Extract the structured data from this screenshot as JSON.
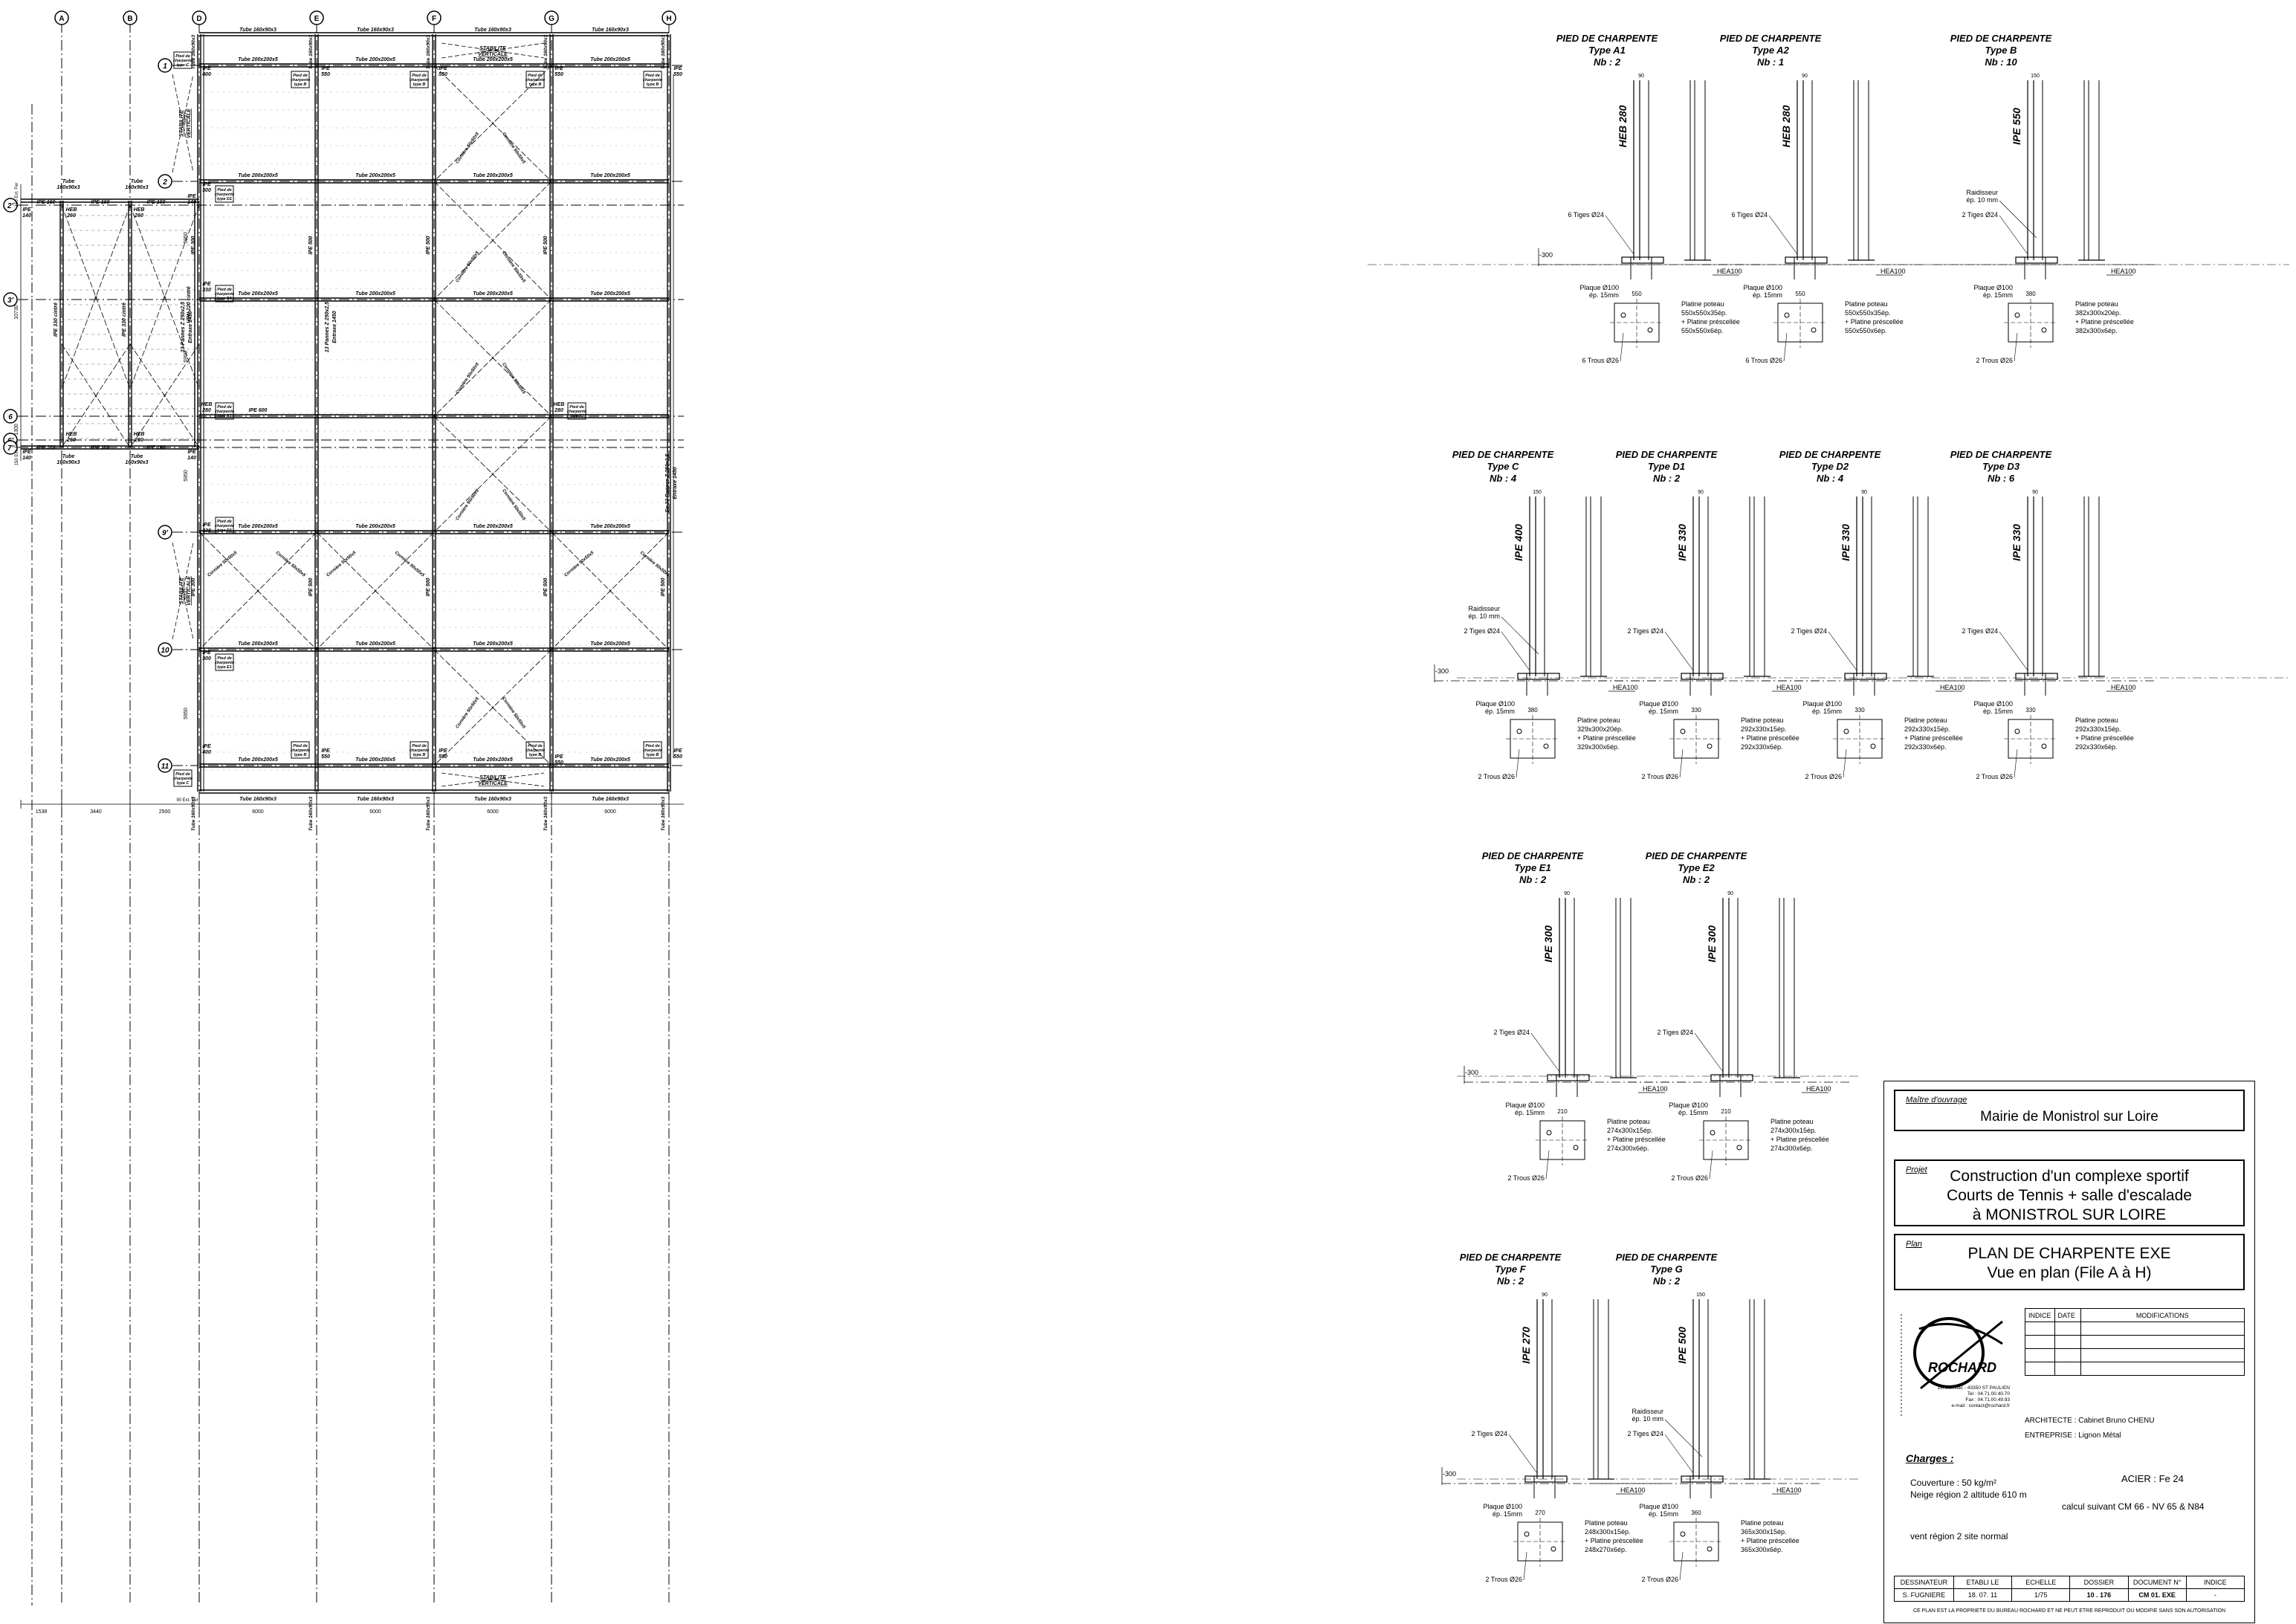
{
  "plan": {
    "axes_letters": [
      "A",
      "B",
      "D",
      "E",
      "F",
      "G",
      "H"
    ],
    "axes_numbers": [
      "1",
      "2",
      "2'",
      "3'",
      "6",
      "6'",
      "7'",
      "9'",
      "10",
      "11"
    ],
    "bottom_dims": [
      "1538",
      "3440",
      "2500",
      "6000",
      "6000",
      "6000",
      "6000"
    ],
    "bottom_small": "90 Ext. Fer",
    "left_dims": [
      "10730",
      "1300"
    ],
    "left_small_top": "150 Ext. Fer",
    "left_small_bot": "150 Ext. Fer",
    "mid_dims": "5950",
    "tube_160": "Tube 160x90x3",
    "tube_200": "Tube 200x200x5",
    "tube_small": "Tube",
    "tube_small2": "160x90x3",
    "stab": "STABILITE",
    "stab2": "VERTICALE",
    "croix": "Cornière 50x50x5",
    "ipe160": "IPE 160",
    "ipe140a": "IPE",
    "ipe140b": "140",
    "heb": "HEB",
    "heb260": "260",
    "heb280": "280",
    "ipe400": "400",
    "ipe550": "550",
    "ipe300": "300",
    "ipe330": "330",
    "ipe600": "IPE 600",
    "ipe500v": "IPE 500",
    "ipe300v": "IPE 300",
    "ipe330c": "IPE 330 cintré",
    "upn": "UPN 220 cintré",
    "pannes1": "13 Pannes Z 250x2,5",
    "pannes1b": "Entraxe 1450",
    "pannes2": "Ex 33 Pannes Z 250x2,5",
    "pannes2b": "Entraxe 1450",
    "pied1": "Pied de",
    "pied2": "charpente",
    "pied_types": {
      "B": "type B",
      "C": "type C",
      "D1": "type D1",
      "E1": "type E1",
      "E2": "type E2",
      "A1": "type A1",
      "A2": "type A2",
      "F": "type F",
      "G": "type G",
      "D2": "type D2",
      "D3": "type D3"
    }
  },
  "details": [
    {
      "title": "PIED DE CHARPENTE",
      "type": "Type A1",
      "nb": "Nb : 2",
      "profile": "HEB 280",
      "tiges": "6 Tiges Ø24",
      "plaque": "Plaque Ø100",
      "ep": "ép. 15mm",
      "trous": "6 Trous Ø26",
      "platine": "Platine poteau",
      "platine_dim": "550x550x35ép.",
      "presc": "+ Platine préscellée",
      "presc_dim": "550x550x6ép.",
      "hea": "HEA100",
      "level": "-300",
      "dimtop": "90",
      "w": "550"
    },
    {
      "title": "PIED DE CHARPENTE",
      "type": "Type A2",
      "nb": "Nb : 1",
      "profile": "HEB 280",
      "tiges": "6 Tiges Ø24",
      "plaque": "Plaque Ø100",
      "ep": "ép. 15mm",
      "trous": "6 Trous Ø26",
      "platine": "Platine poteau",
      "platine_dim": "550x550x35ép.",
      "presc": "+ Platine préscellée",
      "presc_dim": "550x550x6ép.",
      "hea": "HEA100",
      "level": "",
      "dimtop": "90",
      "w": "550"
    },
    {
      "title": "PIED DE CHARPENTE",
      "type": "Type B",
      "nb": "Nb : 10",
      "profile": "IPE 550",
      "tiges": "2 Tiges Ø24",
      "raid": "Raidisseur",
      "raid2": "ép. 10 mm",
      "plaque": "Plaque Ø100",
      "ep": "ép. 15mm",
      "trous": "2 Trous Ø26",
      "platine": "Platine poteau",
      "platine_dim": "382x300x20ép.",
      "presc": "+ Platine préscellée",
      "presc_dim": "382x300x6ép.",
      "hea": "HEA100",
      "level": "",
      "dimtop": "150",
      "w": "380"
    },
    {
      "title": "PIED DE CHARPENTE",
      "type": "Type C",
      "nb": "Nb : 4",
      "profile": "IPE 400",
      "tiges": "2 Tiges Ø24",
      "raid": "Raidisseur",
      "raid2": "ép. 10 mm",
      "plaque": "Plaque Ø100",
      "ep": "ép. 15mm",
      "trous": "2 Trous Ø26",
      "platine": "Platine poteau",
      "platine_dim": "329x300x20ép.",
      "presc": "+ Platine préscellée",
      "presc_dim": "329x300x6ép.",
      "hea": "HEA100",
      "level": "-300",
      "dimtop": "150",
      "w": "380"
    },
    {
      "title": "PIED DE CHARPENTE",
      "type": "Type D1",
      "nb": "Nb : 2",
      "profile": "IPE 330",
      "tiges": "2 Tiges Ø24",
      "plaque": "Plaque Ø100",
      "ep": "ép. 15mm",
      "trous": "2 Trous Ø26",
      "platine": "Platine poteau",
      "platine_dim": "292x330x15ép.",
      "presc": "+ Platine préscellée",
      "presc_dim": "292x330x6ép.",
      "hea": "HEA100",
      "level": "",
      "dimtop": "90",
      "w": "330"
    },
    {
      "title": "PIED DE CHARPENTE",
      "type": "Type D2",
      "nb": "Nb : 4",
      "profile": "IPE 330",
      "tiges": "2 Tiges Ø24",
      "plaque": "Plaque Ø100",
      "ep": "ép. 15mm",
      "trous": "2 Trous Ø26",
      "platine": "Platine poteau",
      "platine_dim": "292x330x15ép.",
      "presc": "+ Platine préscellée",
      "presc_dim": "292x330x6ép.",
      "hea": "HEA100",
      "level": "",
      "dimtop": "90",
      "w": "330"
    },
    {
      "title": "PIED DE CHARPENTE",
      "type": "Type D3",
      "nb": "Nb : 6",
      "profile": "IPE 330",
      "tiges": "2 Tiges Ø24",
      "plaque": "Plaque Ø100",
      "ep": "ép. 15mm",
      "trous": "2 Trous Ø26",
      "platine": "Platine poteau",
      "platine_dim": "292x330x15ép.",
      "presc": "+ Platine préscellée",
      "presc_dim": "292x330x6ép.",
      "hea": "HEA100",
      "level": "",
      "dimtop": "90",
      "w": "330"
    },
    {
      "title": "PIED DE CHARPENTE",
      "type": "Type E1",
      "nb": "Nb : 2",
      "profile": "IPE 300",
      "tiges": "2 Tiges Ø24",
      "plaque": "Plaque Ø100",
      "ep": "ép. 15mm",
      "trous": "2 Trous Ø26",
      "platine": "Platine poteau",
      "platine_dim": "274x300x15ép.",
      "presc": "+ Platine préscellée",
      "presc_dim": "274x300x6ép.",
      "hea": "HEA100",
      "level": "-300",
      "dimtop": "90",
      "w": "210"
    },
    {
      "title": "PIED DE CHARPENTE",
      "type": "Type E2",
      "nb": "Nb : 2",
      "profile": "IPE 300",
      "tiges": "2 Tiges Ø24",
      "plaque": "Plaque Ø100",
      "ep": "ép. 15mm",
      "trous": "2 Trous Ø26",
      "platine": "Platine poteau",
      "platine_dim": "274x300x15ép.",
      "presc": "+ Platine préscellée",
      "presc_dim": "274x300x6ép.",
      "hea": "HEA100",
      "level": "",
      "dimtop": "90",
      "w": "210"
    },
    {
      "title": "PIED DE CHARPENTE",
      "type": "Type F",
      "nb": "Nb : 2",
      "profile": "IPE 270",
      "tiges": "2 Tiges Ø24",
      "plaque": "Plaque Ø100",
      "ep": "ép. 15mm",
      "trous": "2 Trous Ø26",
      "platine": "Platine poteau",
      "platine_dim": "248x300x15ép.",
      "presc": "+ Platine préscellée",
      "presc_dim": "248x270x6ép.",
      "hea": "HEA100",
      "level": "-300",
      "dimtop": "90",
      "w": "270"
    },
    {
      "title": "PIED DE CHARPENTE",
      "type": "Type G",
      "nb": "Nb : 2",
      "profile": "IPE 500",
      "tiges": "2 Tiges Ø24",
      "raid": "Raidisseur",
      "raid2": "ép. 10 mm",
      "plaque": "Plaque Ø100",
      "ep": "ép. 15mm",
      "trous": "2 Trous Ø26",
      "platine": "Platine poteau",
      "platine_dim": "365x300x15ép.",
      "presc": "+ Platine préscellée",
      "presc_dim": "365x300x6ép.",
      "hea": "HEA100",
      "level": "",
      "dimtop": "150",
      "w": "360"
    }
  ],
  "cartouche": {
    "maitre_label": "Maître d'ouvrage",
    "maitre": "Mairie de Monistrol sur Loire",
    "projet_label": "Projet",
    "projet1": "Construction d'un complexe sportif",
    "projet2": "Courts de Tennis + salle d'escalade",
    "projet3": "à MONISTROL SUR LOIRE",
    "plan_label": "Plan",
    "plan1": "PLAN DE CHARPENTE EXE",
    "plan2": "Vue en plan (File A à H)",
    "firm": "ROCHARD",
    "firm_addr1": "ZA Soleillac - 43350 ST PAULIEN",
    "firm_addr2": "Tel : 04.71.00.40.70",
    "firm_addr3": "Fax : 04.71.00.49.93",
    "firm_addr4": "e-mail : contact@rochard.fr",
    "mod_headers": [
      "INDICE",
      "DATE",
      "MODIFICATIONS"
    ],
    "architecte": "ARCHITECTE :  Cabinet Bruno CHENU",
    "entreprise": "ENTREPRISE :  Lignon Métal",
    "charges_title": "Charges :",
    "couverture": "Couverture : 50 kg/m²",
    "neige": "Neige région 2 altitude 610 m",
    "vent": "vent région 2 site normal",
    "acier": "ACIER :   Fe 24",
    "calcul": "calcul suivant CM 66 - NV 65 & N84",
    "bot_headers": [
      "DESSINATEUR",
      "ETABLI LE",
      "ECHELLE",
      "DOSSIER",
      "DOCUMENT N°",
      "INDICE"
    ],
    "bot_values": [
      "S. FUGNIERE",
      "18. 07. 11",
      "1/75",
      "10 . 176",
      "CM 01. EXE",
      "-"
    ],
    "footer": "CE PLAN EST LA PROPRIETE DU BUREAU ROCHARD ET NE PEUT ETRE REPRODUIT OU MODIFIE SANS SON AUTORISATION"
  }
}
